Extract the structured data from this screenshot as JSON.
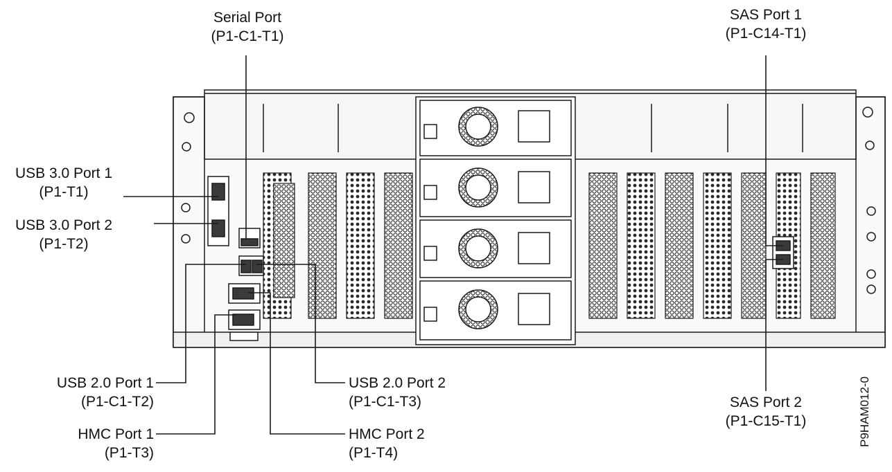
{
  "labels": {
    "serial": {
      "name": "Serial Port",
      "code": "(P1-C1-T1)"
    },
    "sas1": {
      "name": "SAS Port 1",
      "code": "(P1-C14-T1)"
    },
    "usb30_1": {
      "name": "USB 3.0 Port 1",
      "code": "(P1-T1)"
    },
    "usb30_2": {
      "name": "USB 3.0 Port 2",
      "code": "(P1-T2)"
    },
    "usb20_1": {
      "name": "USB 2.0 Port 1",
      "code": "(P1-C1-T2)"
    },
    "usb20_2": {
      "name": "USB 2.0 Port 2",
      "code": "(P1-C1-T3)"
    },
    "hmc1": {
      "name": "HMC Port 1",
      "code": "(P1-T3)"
    },
    "hmc2": {
      "name": "HMC Port 2",
      "code": "(P1-T4)"
    },
    "sas2": {
      "name": "SAS Port 2",
      "code": "(P1-C15-T1)"
    }
  },
  "figure_id": "P9HAM012-0",
  "colors": {
    "line": "#1a1a1a",
    "panel": "#f4f4f4",
    "grille": "#2a2a2a"
  }
}
